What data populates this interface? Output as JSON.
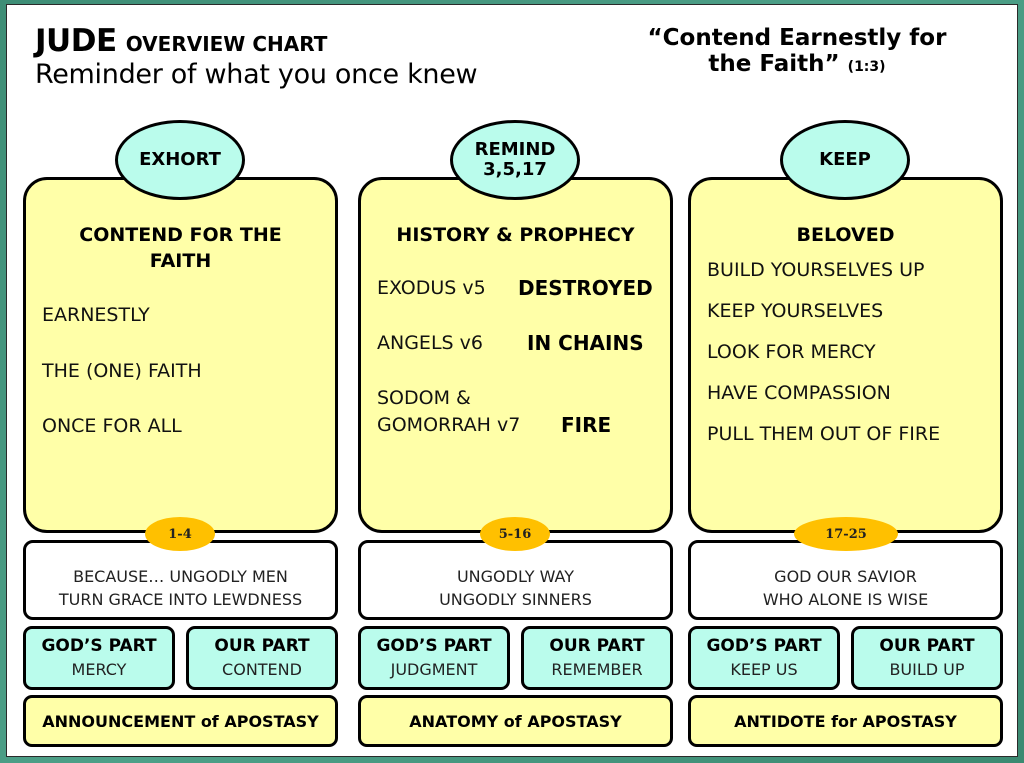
{
  "header": {
    "title": "JUDE",
    "title_suffix": "OVERVIEW CHART",
    "subtitle": "Reminder of what you once knew",
    "quote_line1": "“Contend Earnestly for",
    "quote_line2": "the Faith”",
    "quote_ref": "(1:3)"
  },
  "colors": {
    "card_fill": "#ffffa8",
    "oval_fill": "#bafcec",
    "badge_fill": "#ffc000",
    "frame": "#3e8e76"
  },
  "columns": [
    {
      "oval_label": "EXHORT",
      "oval_sub": "",
      "heading": "CONTEND FOR THE FAITH",
      "items": [
        "EARNESTLY",
        "THE (ONE) FAITH",
        "ONCE FOR ALL"
      ],
      "verses": "1-4",
      "summary_line1": "BECAUSE… UNGODLY MEN",
      "summary_line2": "TURN GRACE INTO LEWDNESS",
      "gods_part_label": "GOD’S PART",
      "gods_part_value": "MERCY",
      "our_part_label": "OUR PART",
      "our_part_value": "CONTEND",
      "footer": "ANNOUNCEMENT of APOSTASY"
    },
    {
      "oval_label": "REMIND",
      "oval_sub": "3,5,17",
      "heading": "HISTORY & PROPHECY",
      "rows": [
        {
          "left": "EXODUS v5",
          "right": "DESTROYED"
        },
        {
          "left": "ANGELS v6",
          "right": "IN CHAINS"
        },
        {
          "left_line1": "SODOM &",
          "left": "GOMORRAH v7",
          "right": "FIRE"
        }
      ],
      "verses": "5-16",
      "summary_line1": "UNGODLY WAY",
      "summary_line2": "UNGODLY SINNERS",
      "gods_part_label": "GOD’S PART",
      "gods_part_value": "JUDGMENT",
      "our_part_label": "OUR PART",
      "our_part_value": "REMEMBER",
      "footer": "ANATOMY of APOSTASY"
    },
    {
      "oval_label": "KEEP",
      "oval_sub": "",
      "heading": "BELOVED",
      "items": [
        "BUILD YOURSELVES UP",
        "KEEP YOURSELVES",
        "LOOK FOR MERCY",
        "HAVE COMPASSION",
        "PULL THEM OUT OF FIRE"
      ],
      "verses": "17-25",
      "summary_line1": "GOD OUR SAVIOR",
      "summary_line2": "WHO ALONE IS WISE",
      "gods_part_label": "GOD’S PART",
      "gods_part_value": "KEEP US",
      "our_part_label": "OUR PART",
      "our_part_value": "BUILD UP",
      "footer": "ANTIDOTE for APOSTASY"
    }
  ]
}
